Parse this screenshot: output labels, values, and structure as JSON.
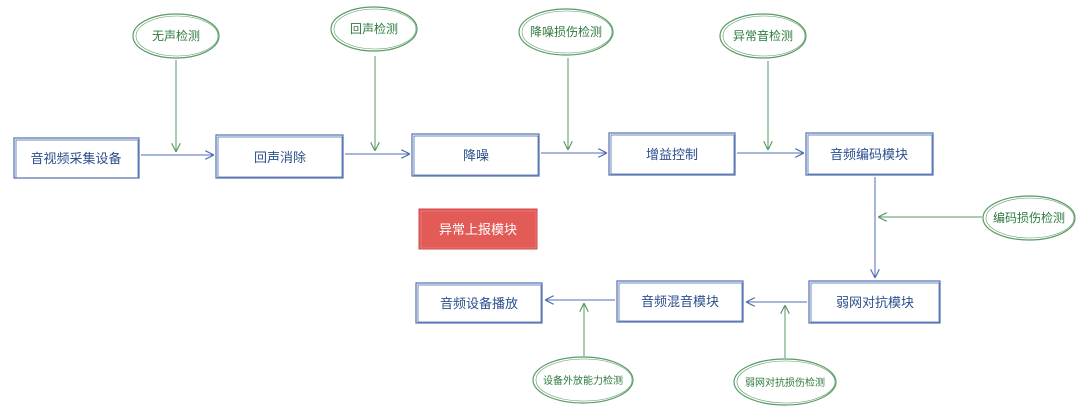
{
  "colors": {
    "box_stroke": "#4f6fb0",
    "box_text": "#2b4f8c",
    "ellipse_stroke": "#5a9a66",
    "ellipse_text": "#2e7a3e",
    "alert_fill": "#e35b57",
    "alert_text": "#ffffff"
  },
  "modules": {
    "capture": "音视频采集设备",
    "echo_cancel": "回声消除",
    "denoise": "降噪",
    "gain_control": "增益控制",
    "audio_encode": "音频编码模块",
    "weak_network": "弱网对抗模块",
    "audio_mix": "音频混音模块",
    "playback": "音频设备播放",
    "anomaly_report": "异常上报模块"
  },
  "checks": {
    "silence": "无声检测",
    "echo": "回声检测",
    "denoise_damage": "降噪损伤检测",
    "abnormal_sound": "异常音检测",
    "encode_damage": "编码损伤检测",
    "weak_network_damage": "弱网对抗损伤检测",
    "device_output": "设备外放能力检测"
  }
}
